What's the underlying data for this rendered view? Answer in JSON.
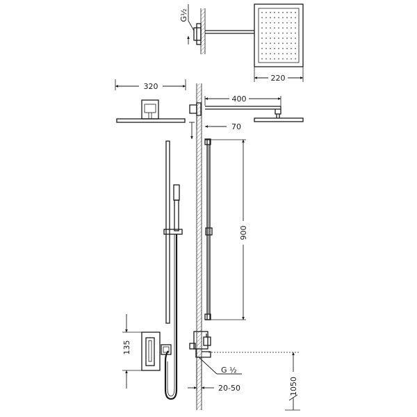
{
  "labels": {
    "dim_320": "320",
    "dim_400": "400",
    "dim_220": "220",
    "dim_70": "70",
    "dim_900": "900",
    "dim_135": "135",
    "dim_1050": "1050",
    "dim_20_50": "20-50",
    "thread_top": "G½",
    "thread_bottom": "G ½"
  },
  "colors": {
    "line": "#1a1a1a",
    "wall_hatch": "#8a8a8a",
    "nozzle_dots": "#777777",
    "background": "#ffffff"
  }
}
